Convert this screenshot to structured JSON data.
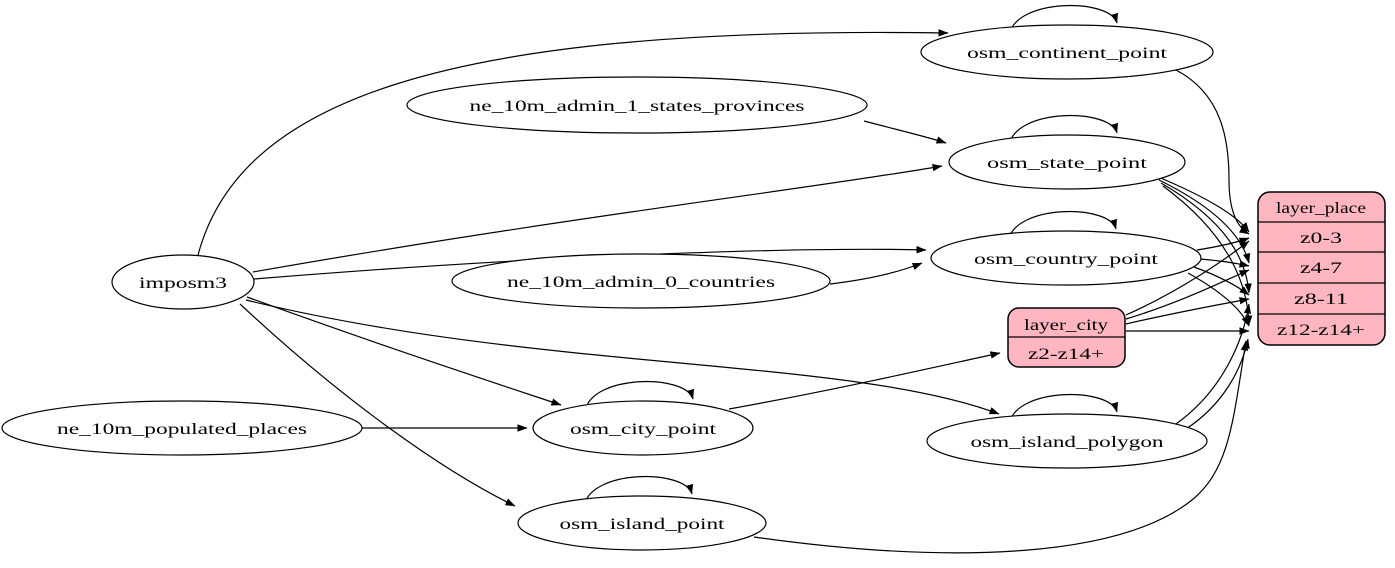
{
  "diagram_type": "graphviz-etl-flow",
  "colors": {
    "background": "#ffffff",
    "node_fill": "#ffffff",
    "record_fill": "#ffb6c1",
    "stroke": "#000000"
  },
  "nodes": {
    "imposm3": "imposm3",
    "ne_10m_admin_1_states_provinces": "ne_10m_admin_1_states_provinces",
    "ne_10m_admin_0_countries": "ne_10m_admin_0_countries",
    "ne_10m_populated_places": "ne_10m_populated_places",
    "osm_continent_point": "osm_continent_point",
    "osm_state_point": "osm_state_point",
    "osm_country_point": "osm_country_point",
    "osm_city_point": "osm_city_point",
    "osm_island_polygon": "osm_island_polygon",
    "osm_island_point": "osm_island_point"
  },
  "records": {
    "layer_city": {
      "header": "layer_city",
      "rows": {
        "z2_z14": "z2-z14+"
      }
    },
    "layer_place": {
      "header": "layer_place",
      "rows": {
        "z0_3": "z0-3",
        "z4_7": "z4-7",
        "z8_11": "z8-11",
        "z12_z14": "z12-z14+"
      }
    }
  },
  "self_loop_nodes": [
    "osm_continent_point",
    "osm_state_point",
    "osm_country_point",
    "osm_city_point",
    "osm_island_polygon",
    "osm_island_point"
  ],
  "edges": [
    {
      "from": "imposm3",
      "to": "osm_continent_point"
    },
    {
      "from": "imposm3",
      "to": "osm_state_point"
    },
    {
      "from": "imposm3",
      "to": "osm_country_point"
    },
    {
      "from": "imposm3",
      "to": "osm_city_point"
    },
    {
      "from": "imposm3",
      "to": "osm_island_polygon"
    },
    {
      "from": "imposm3",
      "to": "osm_island_point"
    },
    {
      "from": "ne_10m_admin_1_states_provinces",
      "to": "osm_state_point"
    },
    {
      "from": "ne_10m_admin_0_countries",
      "to": "osm_country_point"
    },
    {
      "from": "ne_10m_populated_places",
      "to": "osm_city_point"
    },
    {
      "from": "osm_continent_point",
      "to": "osm_continent_point"
    },
    {
      "from": "osm_state_point",
      "to": "osm_state_point"
    },
    {
      "from": "osm_country_point",
      "to": "osm_country_point"
    },
    {
      "from": "osm_city_point",
      "to": "osm_city_point"
    },
    {
      "from": "osm_island_polygon",
      "to": "osm_island_polygon"
    },
    {
      "from": "osm_island_point",
      "to": "osm_island_point"
    },
    {
      "from": "osm_city_point",
      "to": "layer_city:z2-z14+"
    },
    {
      "from": "osm_continent_point",
      "to": "layer_place:z0-3"
    },
    {
      "from": "osm_state_point",
      "to": "layer_place:z0-3"
    },
    {
      "from": "osm_state_point",
      "to": "layer_place:z4-7"
    },
    {
      "from": "osm_state_point",
      "to": "layer_place:z8-11"
    },
    {
      "from": "osm_state_point",
      "to": "layer_place:z12-z14+"
    },
    {
      "from": "osm_country_point",
      "to": "layer_place:z0-3"
    },
    {
      "from": "osm_country_point",
      "to": "layer_place:z4-7"
    },
    {
      "from": "osm_country_point",
      "to": "layer_place:z8-11"
    },
    {
      "from": "osm_country_point",
      "to": "layer_place:z12-z14+"
    },
    {
      "from": "layer_city",
      "to": "layer_place:z0-3"
    },
    {
      "from": "layer_city",
      "to": "layer_place:z4-7"
    },
    {
      "from": "layer_city",
      "to": "layer_place:z8-11"
    },
    {
      "from": "layer_city",
      "to": "layer_place:z12-z14+"
    },
    {
      "from": "osm_island_polygon",
      "to": "layer_place:z8-11"
    },
    {
      "from": "osm_island_polygon",
      "to": "layer_place:z12-z14+"
    },
    {
      "from": "osm_island_point",
      "to": "layer_place:z12-z14+"
    }
  ]
}
